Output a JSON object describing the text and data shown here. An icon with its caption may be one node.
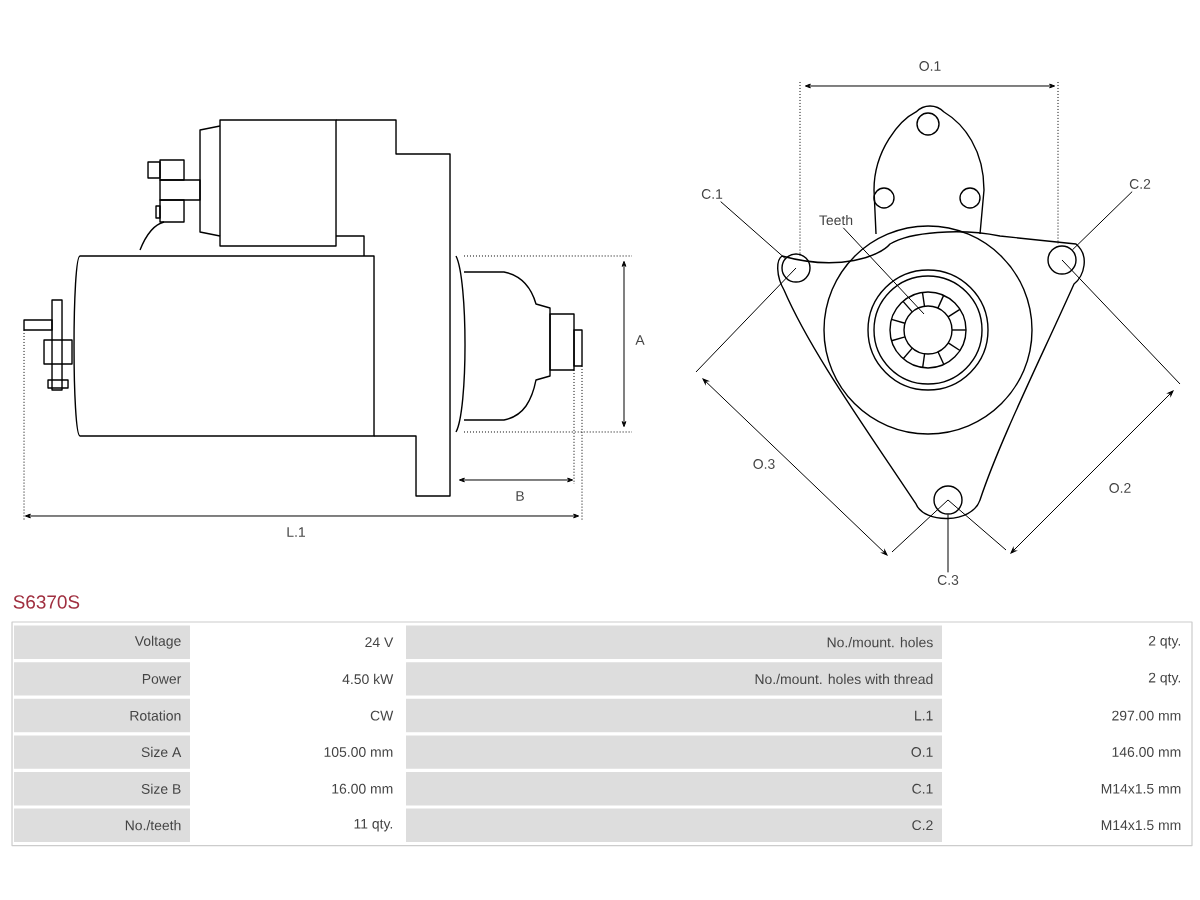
{
  "diagram": {
    "title": "S6370S",
    "nodes": [
      {
        "text": [
          "C.1"
        ]
      },
      {
        "text": [
          "C.2"
        ]
      },
      {
        "text": [
          "Teeth"
        ]
      },
      {
        "text": [],
        "shape": "circle"
      },
      {
        "text": [],
        "shape": "circle"
      },
      {
        "text": [],
        "shape": "circle"
      },
      {
        "text": [
          "C.3"
        ]
      }
    ],
    "edges": [
      {
        "from": 0,
        "to": 3,
        "arrow": "none"
      },
      {
        "from": 1,
        "to": 4,
        "arrow": "none"
      },
      {
        "from": 2,
        "to": null,
        "arrow": "none"
      },
      {
        "from": 6,
        "to": 5,
        "arrow": "none"
      }
    ],
    "labels": [
      "O.1",
      "A",
      "B",
      "L.1",
      "O.3",
      "O.2",
      "Voltage",
      "24 V",
      "No./mount. holes",
      "2 qty.",
      "Power",
      "4.50 kW",
      "No./mount. holes with thread",
      "2 qty.",
      "Rotation",
      "CW",
      "L.1",
      "297.00 mm",
      "Size A",
      "105.00 mm",
      "O.1",
      "146.00 mm",
      "Size B",
      "16.00 mm",
      "C.1",
      "M14x1.5 mm",
      "No./teeth",
      "11 qty.",
      "C.2",
      "M14x1.5 mm"
    ]
  }
}
